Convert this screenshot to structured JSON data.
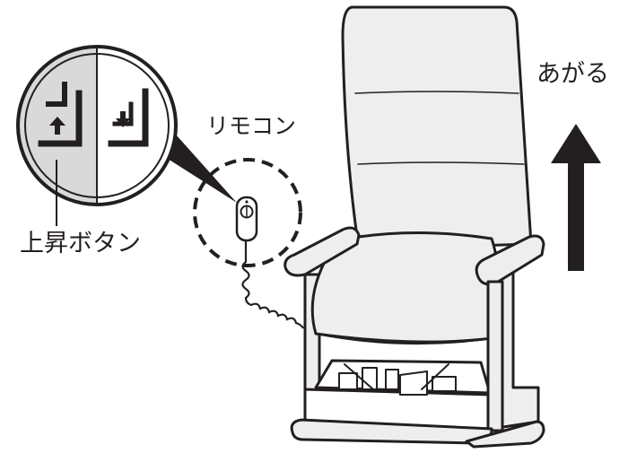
{
  "labels": {
    "remote": "リモコン",
    "raise": "あがる",
    "up_button": "上昇ボタン"
  },
  "colors": {
    "ink": "#231f20",
    "chair_fill": "#eeeeee",
    "highlight_fill": "#d9d9d9"
  },
  "icons": {
    "up_button": "seat-up-arrow-icon",
    "down_button": "seat-down-arrow-icon",
    "direction": "up-arrow-icon"
  }
}
